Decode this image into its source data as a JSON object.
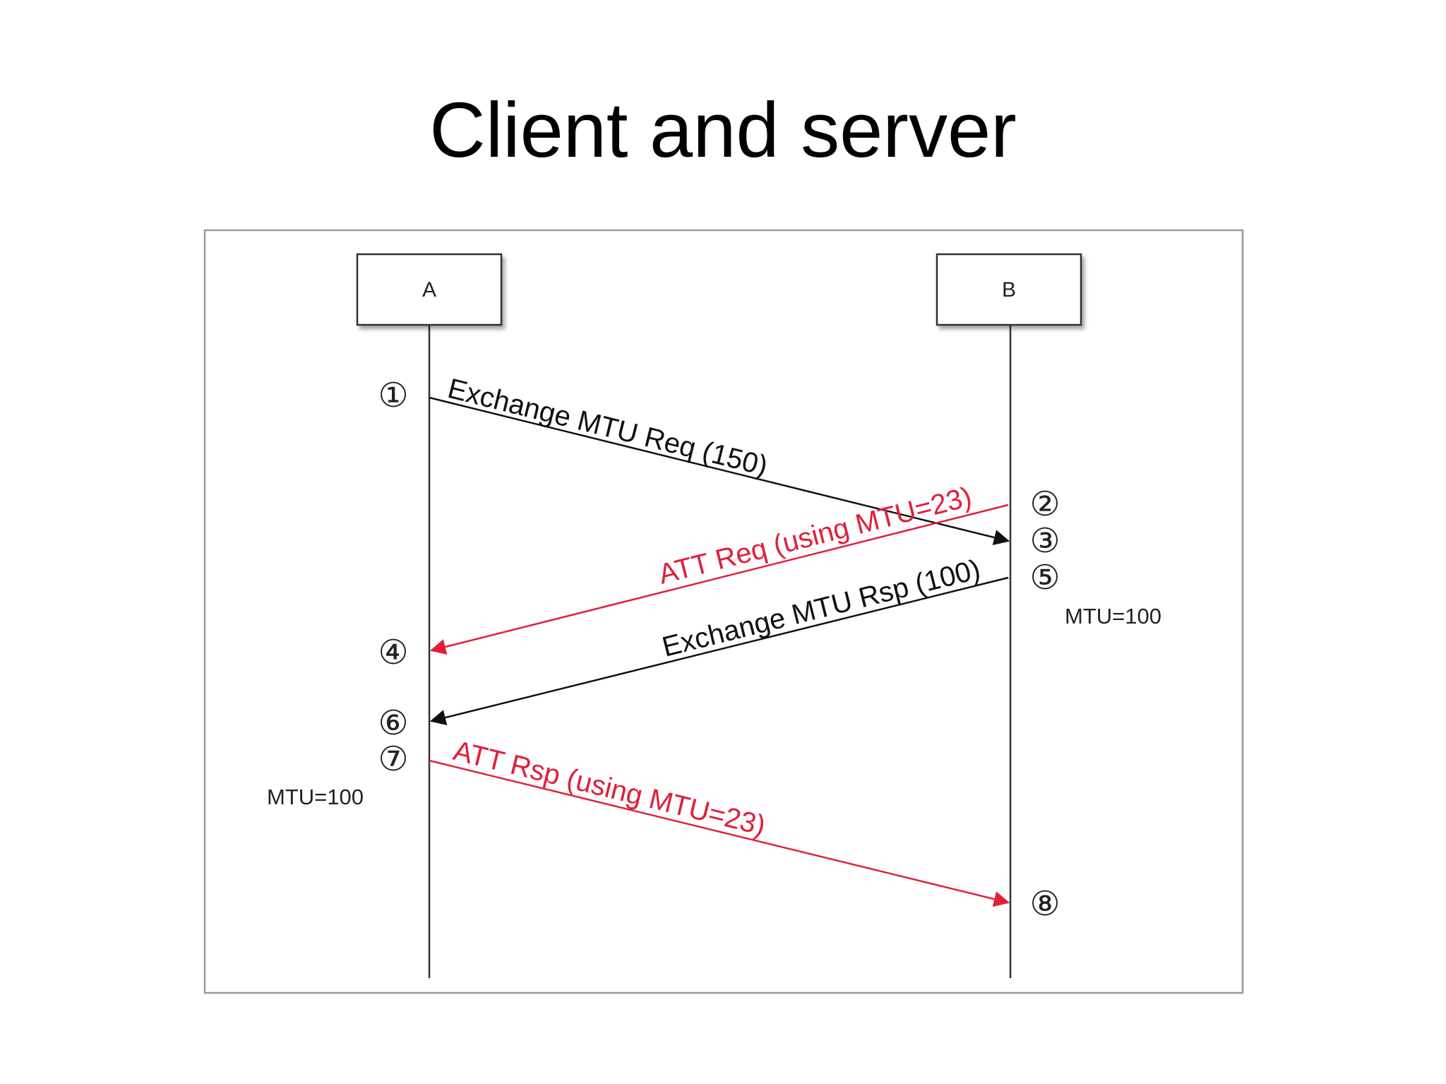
{
  "slide": {
    "title": "Client and server"
  },
  "diagram": {
    "participants": {
      "a": "A",
      "b": "B"
    },
    "messages": {
      "m1": "Exchange MTU Req (150)",
      "m2": "ATT Req (using MTU=23)",
      "m3": "Exchange MTU Rsp (100)",
      "m4": "ATT Rsp (using MTU=23)"
    },
    "notes": {
      "mtu_a": "MTU=100",
      "mtu_b": "MTU=100"
    },
    "steps": [
      "①",
      "②",
      "③",
      "④",
      "⑤",
      "⑥",
      "⑦",
      "⑧"
    ],
    "colors": {
      "black_msg": "#111111",
      "red_msg": "#e0203a",
      "frame": "#9a9a9a"
    }
  }
}
